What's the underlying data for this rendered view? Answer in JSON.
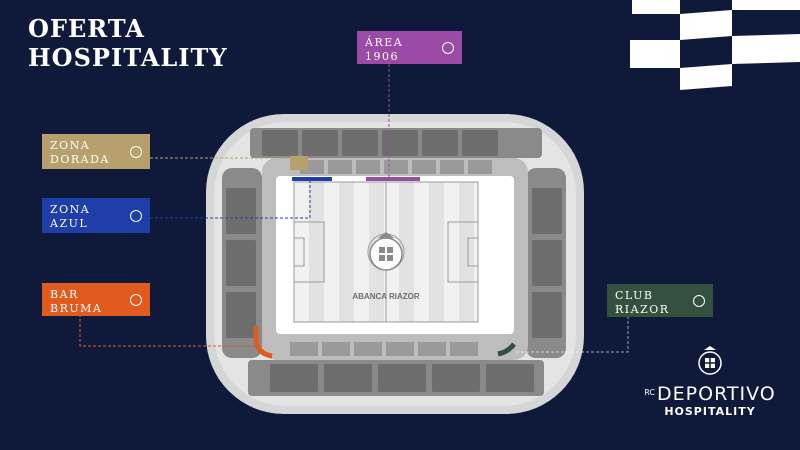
{
  "header": {
    "title_line1": "OFERTA",
    "title_line2": "HOSPITALITY"
  },
  "zones": {
    "area1906": {
      "line1": "ÁREA",
      "line2": "1906",
      "color": "#9b4aa6"
    },
    "dorada": {
      "line1": "ZONA",
      "line2": "DORADA",
      "color": "#b8a06d"
    },
    "azul": {
      "line1": "ZONA",
      "line2": "AZUL",
      "color": "#1e3ea8"
    },
    "bruma": {
      "line1": "BAR",
      "line2": "BRUMA",
      "color": "#e15a1f"
    },
    "club": {
      "line1": "CLUB",
      "line2": "RIAZOR",
      "color": "#34503f"
    }
  },
  "pitch": {
    "sponsor_text": "ABANCA RIAZOR"
  },
  "brand": {
    "prefix": "RC",
    "name": "DEPORTIVO",
    "subtitle": "HOSPITALITY"
  },
  "colors": {
    "background": "#0f1a3a",
    "accent_white": "#ffffff"
  }
}
